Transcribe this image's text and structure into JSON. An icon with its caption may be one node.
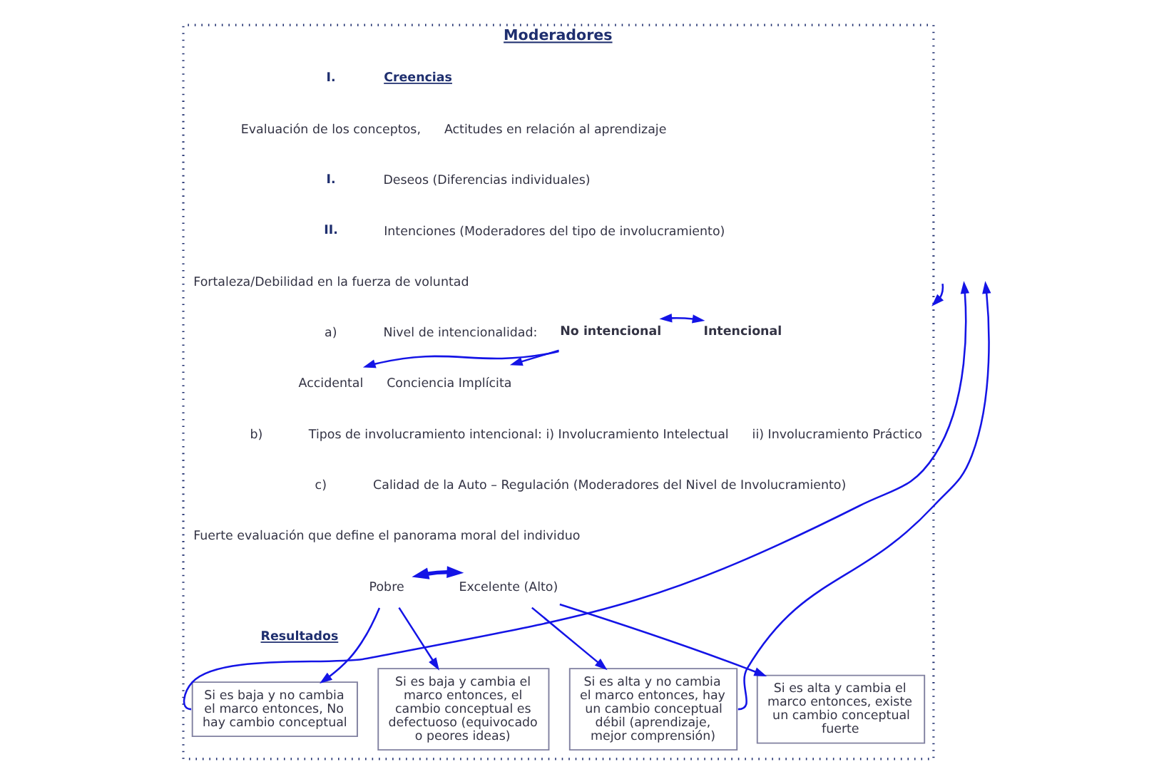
{
  "diagram": {
    "nodes": [
      {
        "text": [
          "Moderadores"
        ]
      },
      {
        "text": [
          "No intencional"
        ],
        "in": 0
      },
      {
        "text": [
          "Intencional"
        ],
        "in": 0
      },
      {
        "text": [
          "Accidental"
        ],
        "in": 0
      },
      {
        "text": [
          "Conciencia Implícita"
        ],
        "in": 0
      },
      {
        "text": [
          "Pobre"
        ],
        "in": 0
      },
      {
        "text": [
          "Excelente (Alto)"
        ],
        "in": 0
      },
      {
        "text": [
          "Si es baja y no cambia el marco entonces, No hay cambio conceptual"
        ],
        "in": 0
      },
      {
        "text": [
          "Si es baja y cambia el marco entonces, el cambio conceptual es defectuoso (equivocado o peores ideas)"
        ],
        "in": 0
      },
      {
        "text": [
          "Si es alta y no cambia el marco entonces, hay un cambio conceptual débil (aprendizaje, mejor comprensión)"
        ],
        "in": 0
      },
      {
        "text": [
          "Si es alta y cambia el marco entonces, existe un cambio conceptual fuerte"
        ],
        "in": 0
      }
    ],
    "edges": [
      {
        "from": null,
        "to": 0,
        "arrow": "to"
      },
      {
        "from": 1,
        "to": 2,
        "arrow": "both"
      },
      {
        "from": 1,
        "to": 3,
        "arrow": "to"
      },
      {
        "from": 1,
        "to": 4,
        "arrow": "to"
      },
      {
        "from": 5,
        "to": 6,
        "arrow": "both",
        "style": "thick"
      },
      {
        "from": 5,
        "to": 7,
        "arrow": "to"
      },
      {
        "from": 5,
        "to": 8,
        "arrow": "to"
      },
      {
        "from": 6,
        "to": 9,
        "arrow": "to"
      },
      {
        "from": 6,
        "to": 10,
        "arrow": "to"
      },
      {
        "from": 7,
        "to": null,
        "arrow": "to"
      },
      {
        "from": 9,
        "to": null,
        "arrow": "to"
      }
    ],
    "labels": [
      "I.",
      "Creencias",
      "Evaluación de los conceptos,",
      "Actitudes en relación al aprendizaje",
      "I.",
      "Deseos (Diferencias individuales)",
      "II.",
      "Intenciones (Moderadores del tipo de involucramiento)",
      "Fortaleza/Debilidad en la fuerza de voluntad",
      "a)",
      "Nivel de intencionalidad:",
      "b)",
      "Tipos de involucramiento intencional: i) Involucramiento Intelectual",
      "ii) Involucramiento Práctico",
      "c)",
      "Calidad de la Auto – Regulación (Moderadores del Nivel de Involucramiento)",
      "Fuerte evaluación que define el panorama moral del individuo",
      "Resultados"
    ]
  }
}
